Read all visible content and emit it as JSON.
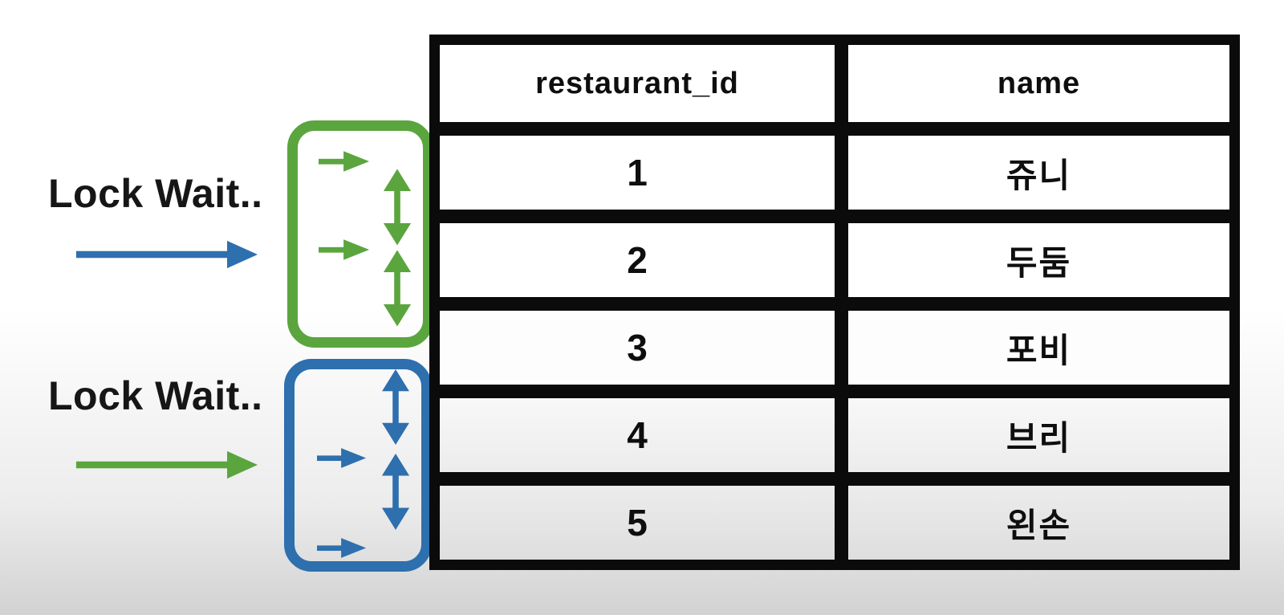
{
  "colors": {
    "green": "#5ba53e",
    "blue": "#2e6fae",
    "line_black": "#0b0b0b"
  },
  "annotations": [
    {
      "label": "Lock Wait..",
      "arrow_color": "#2e6fae",
      "arrow_icon": "right-arrow"
    },
    {
      "label": "Lock Wait..",
      "arrow_color": "#5ba53e",
      "arrow_icon": "right-arrow"
    }
  ],
  "lock_groups": [
    {
      "color": "#5ba53e",
      "icons": [
        "right-arrow",
        "up-down-arrow",
        "right-arrow",
        "up-down-arrow"
      ]
    },
    {
      "color": "#2e6fae",
      "icons": [
        "up-down-arrow",
        "right-arrow",
        "up-down-arrow",
        "right-arrow"
      ]
    }
  ],
  "table": {
    "columns": [
      "restaurant_id",
      "name"
    ],
    "rows": [
      {
        "restaurant_id": "1",
        "name": "쥬니"
      },
      {
        "restaurant_id": "2",
        "name": "두둠"
      },
      {
        "restaurant_id": "3",
        "name": "포비"
      },
      {
        "restaurant_id": "4",
        "name": "브리"
      },
      {
        "restaurant_id": "5",
        "name": "왼손"
      }
    ]
  }
}
